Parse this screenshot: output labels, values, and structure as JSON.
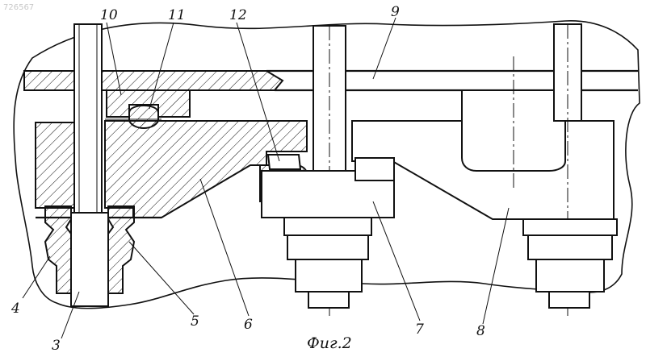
{
  "figure": {
    "caption": "Фиг.2",
    "corner_text": "726567"
  },
  "labels": {
    "l1": "10",
    "l2": "11",
    "l3": "12",
    "l4": "9",
    "l5": "4",
    "l6": "3",
    "l7": "5",
    "l8": "6",
    "l9": "7",
    "l10": "8"
  }
}
